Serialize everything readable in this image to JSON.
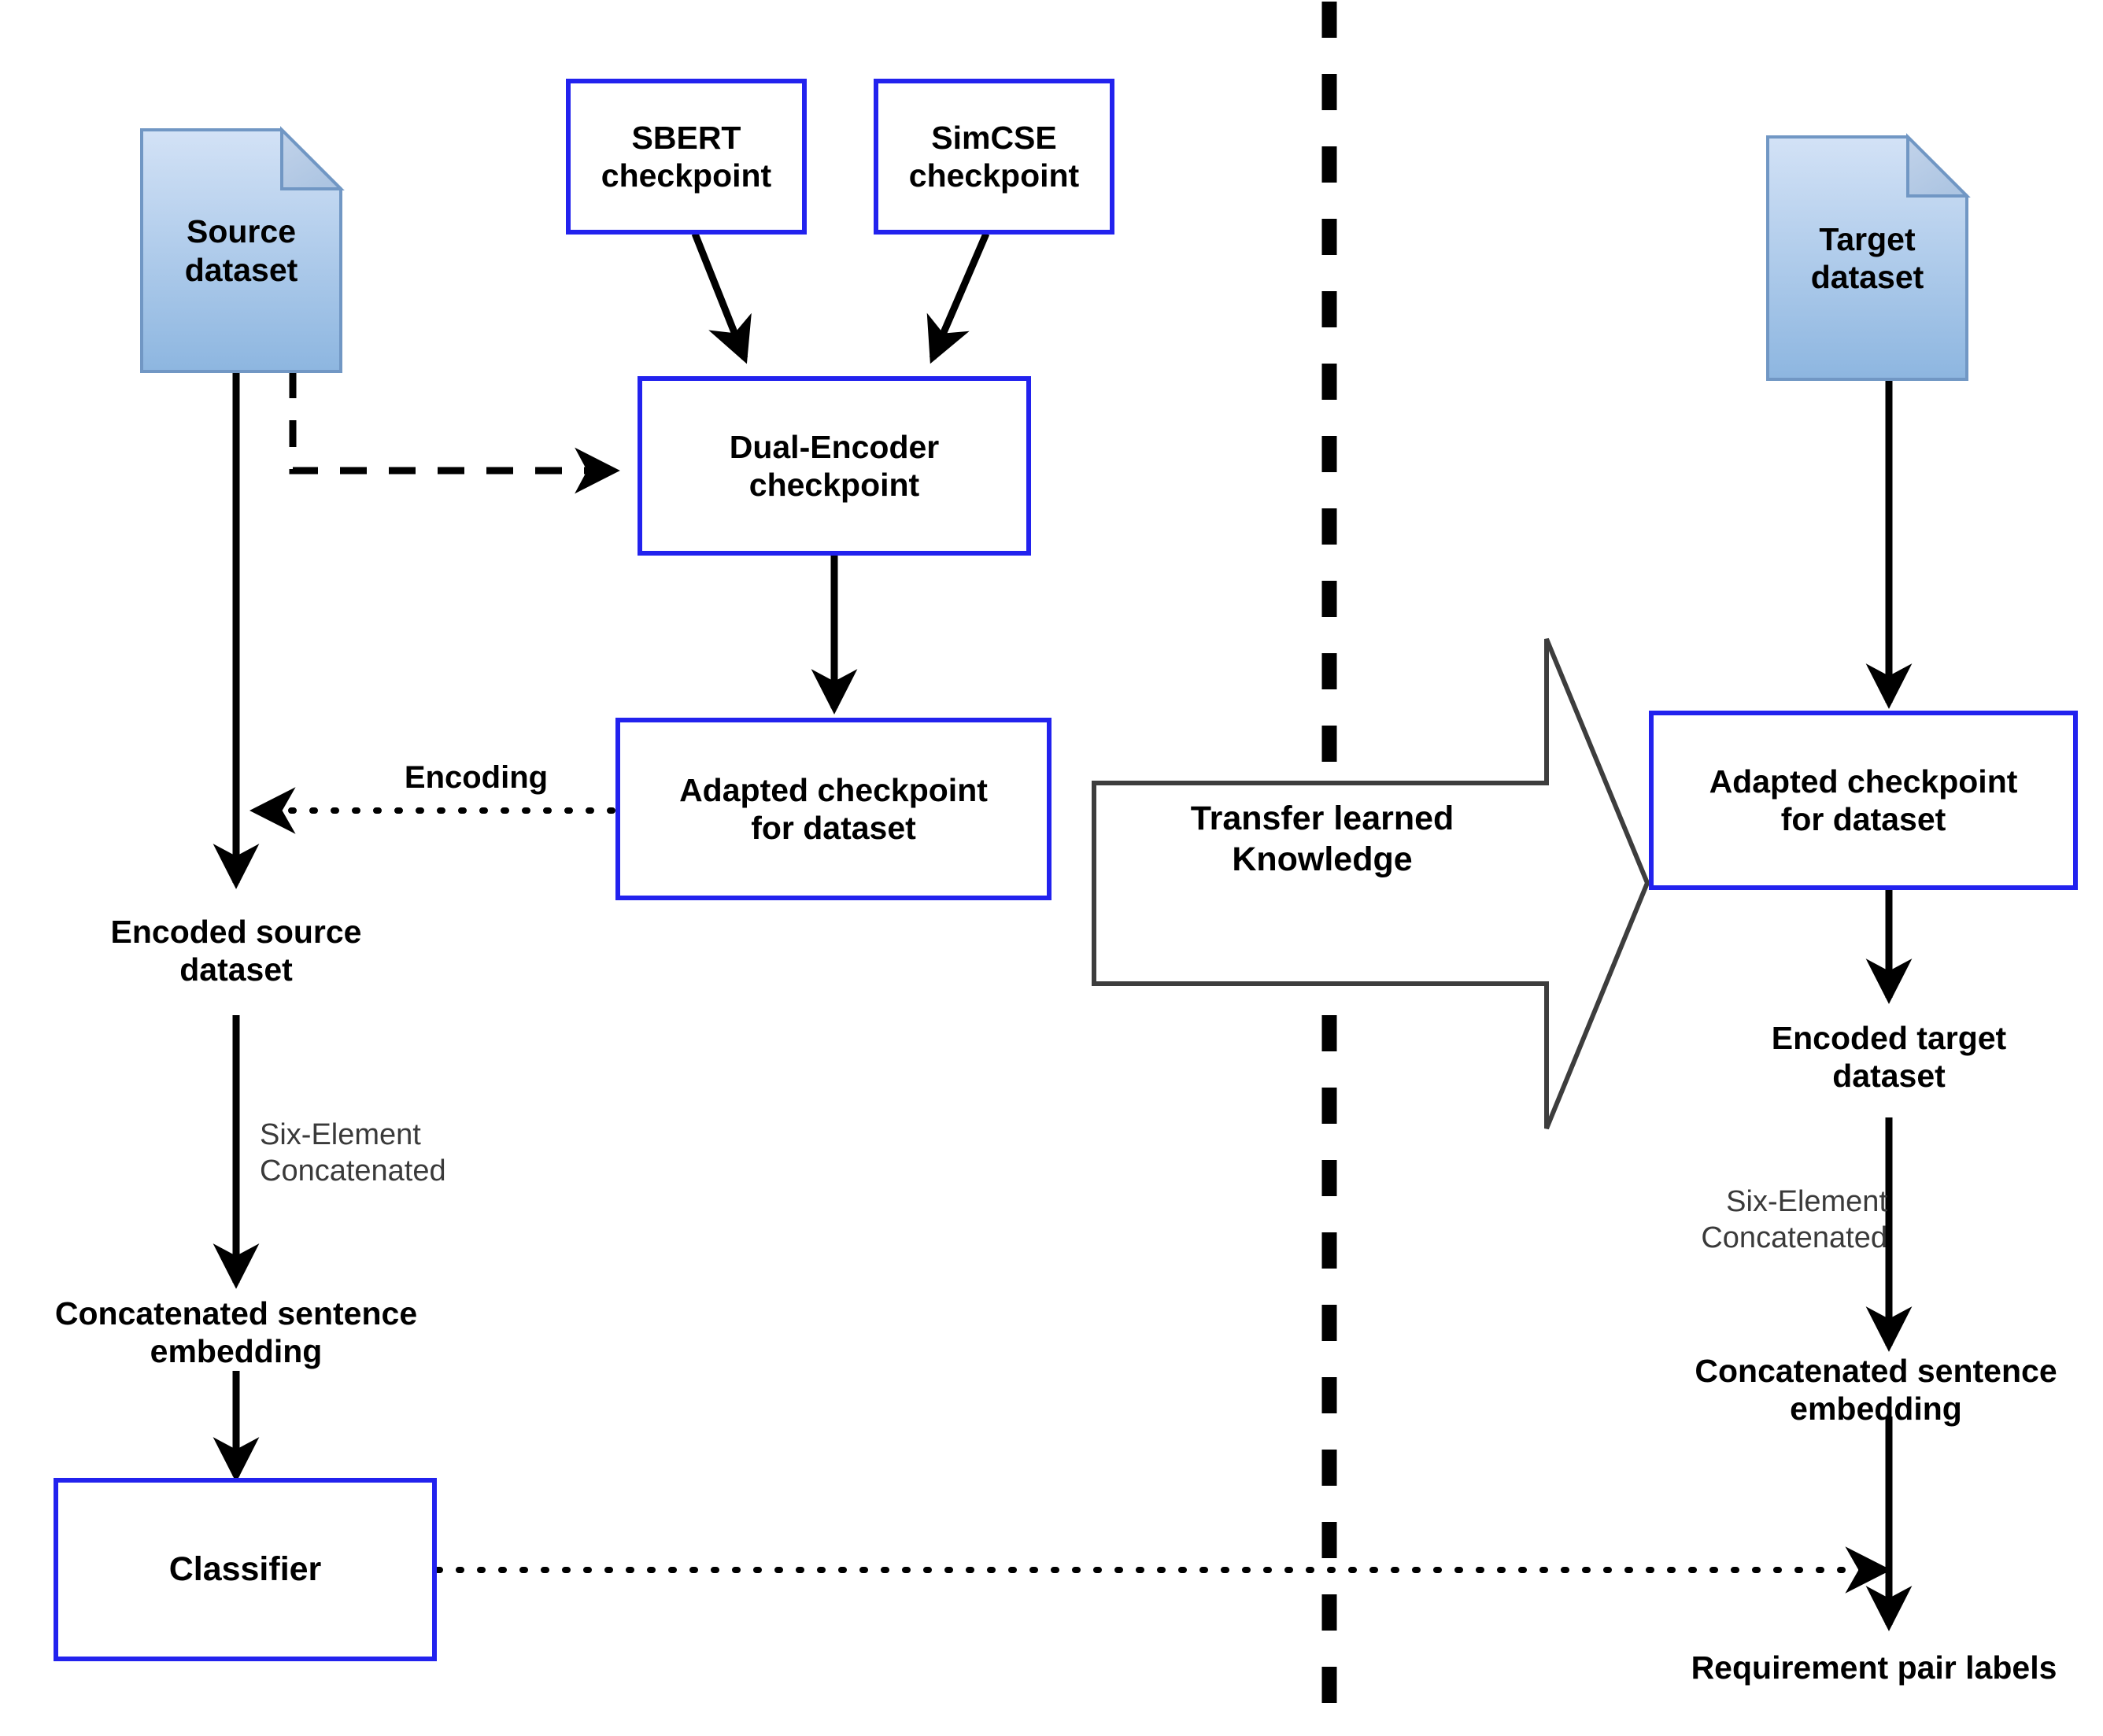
{
  "diagram": {
    "title": "Transfer learning architecture for requirement pair classification",
    "colors": {
      "node_border": "#2222ee",
      "document_fill_top": "#cfe0f5",
      "document_fill_bottom": "#8fb8e0",
      "document_border": "#7197c4",
      "connector": "#000000",
      "edge_label": "#3a3a3a",
      "divider": "#000000"
    },
    "source_side": {
      "dataset_node": {
        "line1": "Source",
        "line2": "dataset",
        "icon": "document-shape"
      },
      "sbert_node": {
        "line1": "SBERT",
        "line2": "checkpoint"
      },
      "simcse_node": {
        "line1": "SimCSE",
        "line2": "checkpoint"
      },
      "dual_encoder_node": {
        "line1": "Dual-Encoder",
        "line2": "checkpoint"
      },
      "adapted_node": {
        "line1": "Adapted checkpoint",
        "line2": "for dataset"
      },
      "encoding_edge_label": "Encoding",
      "encoded_dataset_label": {
        "line1": "Encoded source",
        "line2": "dataset"
      },
      "six_element_edge_label": {
        "line1": "Six-Element",
        "line2": "Concatenated"
      },
      "concat_embedding_label": {
        "line1": "Concatenated sentence",
        "line2": "embedding"
      },
      "classifier_node": {
        "line1": "Classifier"
      }
    },
    "transfer": {
      "arrow_label": {
        "line1": "Transfer learned",
        "line2": "Knowledge"
      }
    },
    "target_side": {
      "dataset_node": {
        "line1": "Target",
        "line2": "dataset",
        "icon": "document-shape"
      },
      "adapted_node": {
        "line1": "Adapted checkpoint",
        "line2": "for dataset"
      },
      "encoded_dataset_label": {
        "line1": "Encoded target",
        "line2": "dataset"
      },
      "six_element_edge_label": {
        "line1": "Six-Element",
        "line2": "Concatenated"
      },
      "concat_embedding_label": {
        "line1": "Concatenated sentence",
        "line2": "embedding"
      },
      "output_label": {
        "line1": "Requirement pair labels"
      }
    }
  }
}
